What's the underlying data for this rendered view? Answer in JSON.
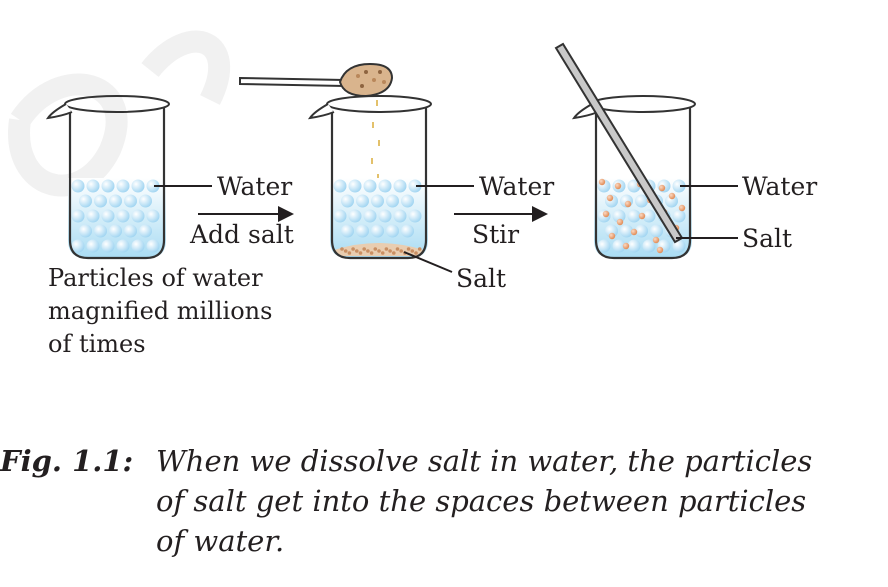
{
  "labels": {
    "water_1": "Water",
    "add_salt": "Add salt",
    "water_2": "Water",
    "stir": "Stir",
    "salt_2": "Salt",
    "water_3": "Water",
    "salt_3": "Salt"
  },
  "particle_note": [
    "Particles of water",
    "magnified millions",
    "of times"
  ],
  "caption": {
    "figure_label": "Fig. 1.1:",
    "lines": [
      "When we dissolve salt in water, the particles",
      "of salt get into the spaces between particles",
      "of water."
    ]
  },
  "colors": {
    "water_top": "#ffffff",
    "water_bottom": "#a9dcf3",
    "particle": "#cfeafb",
    "salt_particle": "#e79a6a",
    "outline": "#333333",
    "watermark": "#f3f3f3"
  }
}
